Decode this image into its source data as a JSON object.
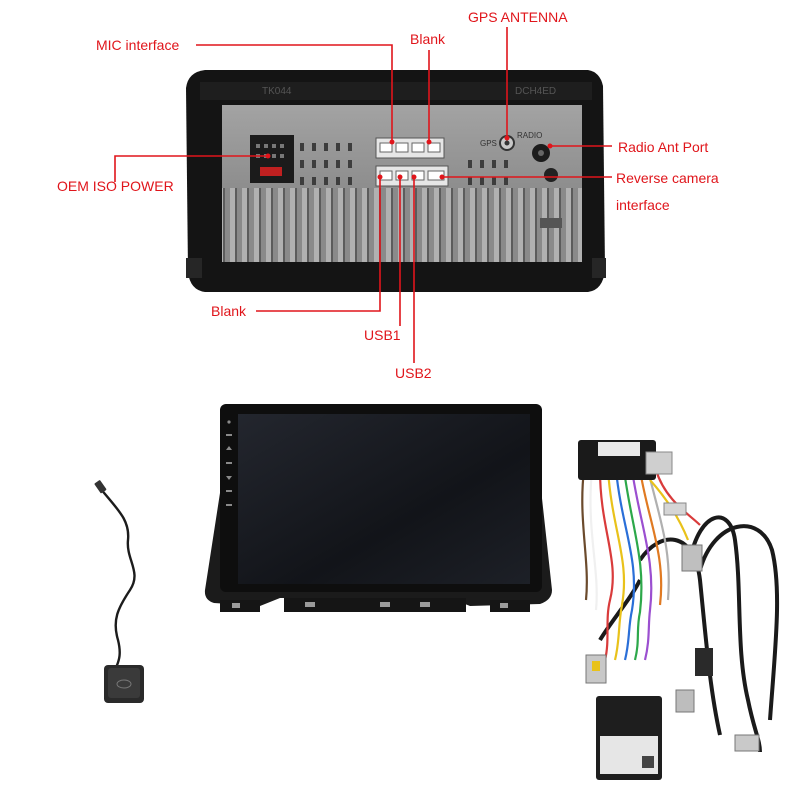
{
  "labels": {
    "mic": "MIC interface",
    "blank_top": "Blank",
    "gps": "GPS ANTENNA",
    "radio": "Radio Ant Port",
    "oem": "OEM ISO POWER",
    "reverse_1": "Reverse camera",
    "reverse_2": "interface",
    "blank_bottom": "Blank",
    "usb1": "USB1",
    "usb2": "USB2"
  },
  "panel_text": {
    "gps": "GPS",
    "radio": "RADIO",
    "serial_left": "TK044",
    "serial_right": "DCH4ED"
  },
  "colors": {
    "label_red": "#e0151b",
    "unit_black": "#141414",
    "panel_gray": "#8d8d8d",
    "screen": "#181b22",
    "cable": "#1c1c1c"
  }
}
